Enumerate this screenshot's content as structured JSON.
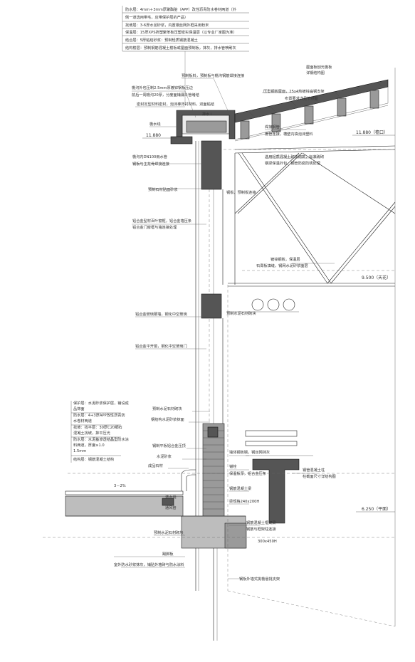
{
  "spec_block": [
    "防水层：4mm＋3mm厚聚酯胎（APP）改性沥青防水卷材两道（外",
    "侧一道选用带毛，应带保护层的产品）",
    "找坡层：3-6厚水泥砂浆，内置钢丝网外框采用粉末",
    "保温层：15厚XPS挤塑聚苯板压塑密实保温层（以专业厂家图为准）",
    "结合层：5厚粘结砂浆：预制轻质钢筋混凝土",
    "结构楼层：预制钢筋混凝土楼板或屋面预制板，抹灰，排水管喷刷灰"
  ],
  "roof_labels": {
    "drain": "预制板料，预制板与檐沟钢筋焊接连接",
    "gutter_liner": "檐沟外包压制2.5mm厚镀锌钢板压边",
    "gutter_note": "前后一周檐沟20厚，分度面铺漏斗管堵结",
    "parapet_note": "密封定型材料密封，泡沫棒背衬材料，双面粘结",
    "flashing": "檐水线",
    "roof_elev": "11.880",
    "roof_top_elev": "11.880（檐口）",
    "gutter_slope": "排水 i",
    "roof_finish": "屋面板刨光檐板",
    "roof_finish_sub": "详钢结构图",
    "roof_panel": "压型钢板屋面，25x4热镀锌扁钢支架",
    "roof_panel_sub": "布置要求详见节点图",
    "gutter_pipe": "檐沟内DN100雨水管",
    "gutter_pipe_sub": "钢板与主龙骨焊接连接",
    "steel_beam": "焊接钢管",
    "steel_note": "檐管连接，槽壁内填泡沫塑料",
    "truss_note_1": "选用轻质混凝土砌块砌筑，标准砖砌",
    "truss_note_2": "钢梁保温外包，钢管防腐防锈处理",
    "stone_facing": "预制石材贴面砂浆",
    "steel_plate": "钢板、预制板连接",
    "window_frame": "铝合金型材百叶窗框，铝合金墙压条",
    "window_frame_sub": "铝合金门窗框与墙连接处理",
    "sheet_note": "镀锌钢板，保温层",
    "sheet_note_sub": "石膏板填缝，钢网水泥砂浆面层"
  },
  "elevations": {
    "upper": "9.500（天花）",
    "lower": "6.250（平面）"
  },
  "mid_labels": {
    "stone_mid": "预制水泥石材砌块",
    "curtain": "铝合金玻璃幕墙，钢化中空玻璃",
    "window_upper": "铝合金平开窗，钢化中空玻璃门",
    "steel_angle": "预制水泥石材砌块",
    "mid_note": "钢结构水泥砂浆抹面"
  },
  "floor_spec": [
    "保护层：水泥砂浆保护层，铺设成",
    "品饰面",
    "防水层：4+3厚APP改性沥青防",
    "水卷材两道",
    "找坡：找平层：30厚C20细石",
    "混凝土找坡，抹平压光",
    "防水层：水泥基渗透结晶型防水涂",
    "料两道，厚度≥1.0",
    "1.5mm",
    "结构层：钢筋混凝土结构"
  ],
  "floor_labels": {
    "stone_low": "预制水泥石材砌块",
    "trim": "钢制平板铝合金压顶",
    "steel_bar": "水泥砂浆",
    "bottom_stone": "成品石材",
    "gutter_slope": "3－2%",
    "drip": "滴水线",
    "wall_seal": "墙体钢板钢，钢丝网抹灰",
    "vent": "通风管",
    "insulation": "保温板厚，铝合金压条",
    "anchor": "锚栓",
    "lintel": "钢筋混凝土梁",
    "lintel_size": "梁规格240x200H",
    "beam_ref": "钢筋混凝土框架梁",
    "beam_ref_sub": "钢筋与框架柱连接",
    "beam_dim": "300x450H",
    "column_note": "钢管混凝土柱",
    "column_note_sub": "柱截面尺寸详结构图",
    "bottom_1": "踢脚板",
    "bottom_2": "室外防水砂浆抹灰，铺贴外墙砖与防水涂料",
    "bottom_3": "钢板外墙式挑檐悬挑支架"
  }
}
